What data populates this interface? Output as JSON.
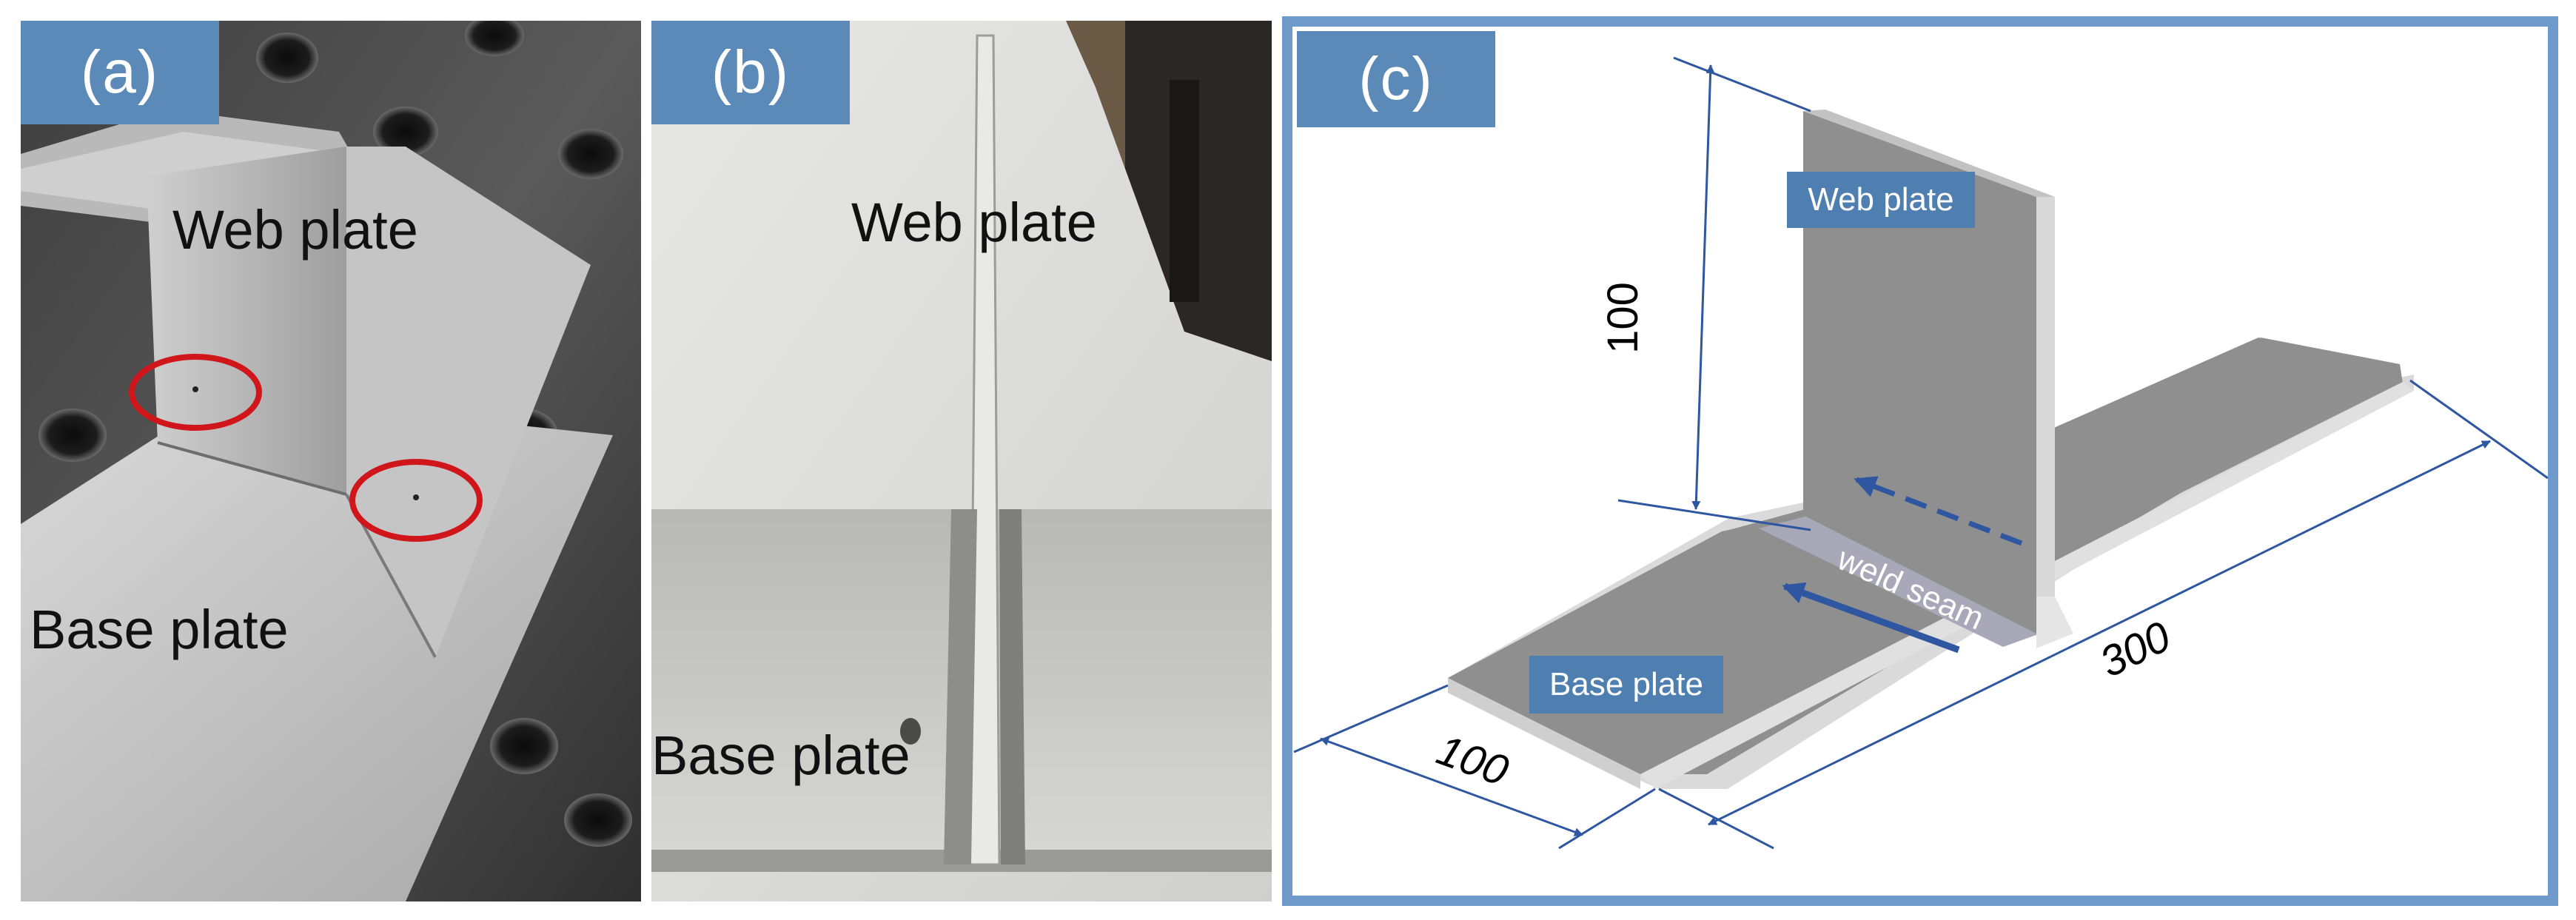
{
  "panels": {
    "a": {
      "tag": "(a)",
      "web_label": "Web plate",
      "base_label": "Base plate"
    },
    "b": {
      "tag": "(b)",
      "web_label": "Web plate",
      "base_label": "Base plate"
    },
    "c": {
      "tag": "(c)",
      "web_label": "Web plate",
      "base_label": "Base plate",
      "weld_label": "weld seam",
      "dim_height": "100",
      "dim_width": "100",
      "dim_length": "300"
    }
  },
  "colors": {
    "tag_bg": "#5b89b8",
    "frame": "#6e9bcb",
    "plate_gray": "#8f8f8f",
    "dimension_line": "#2f56a0",
    "defect_circle": "#d0151b"
  }
}
